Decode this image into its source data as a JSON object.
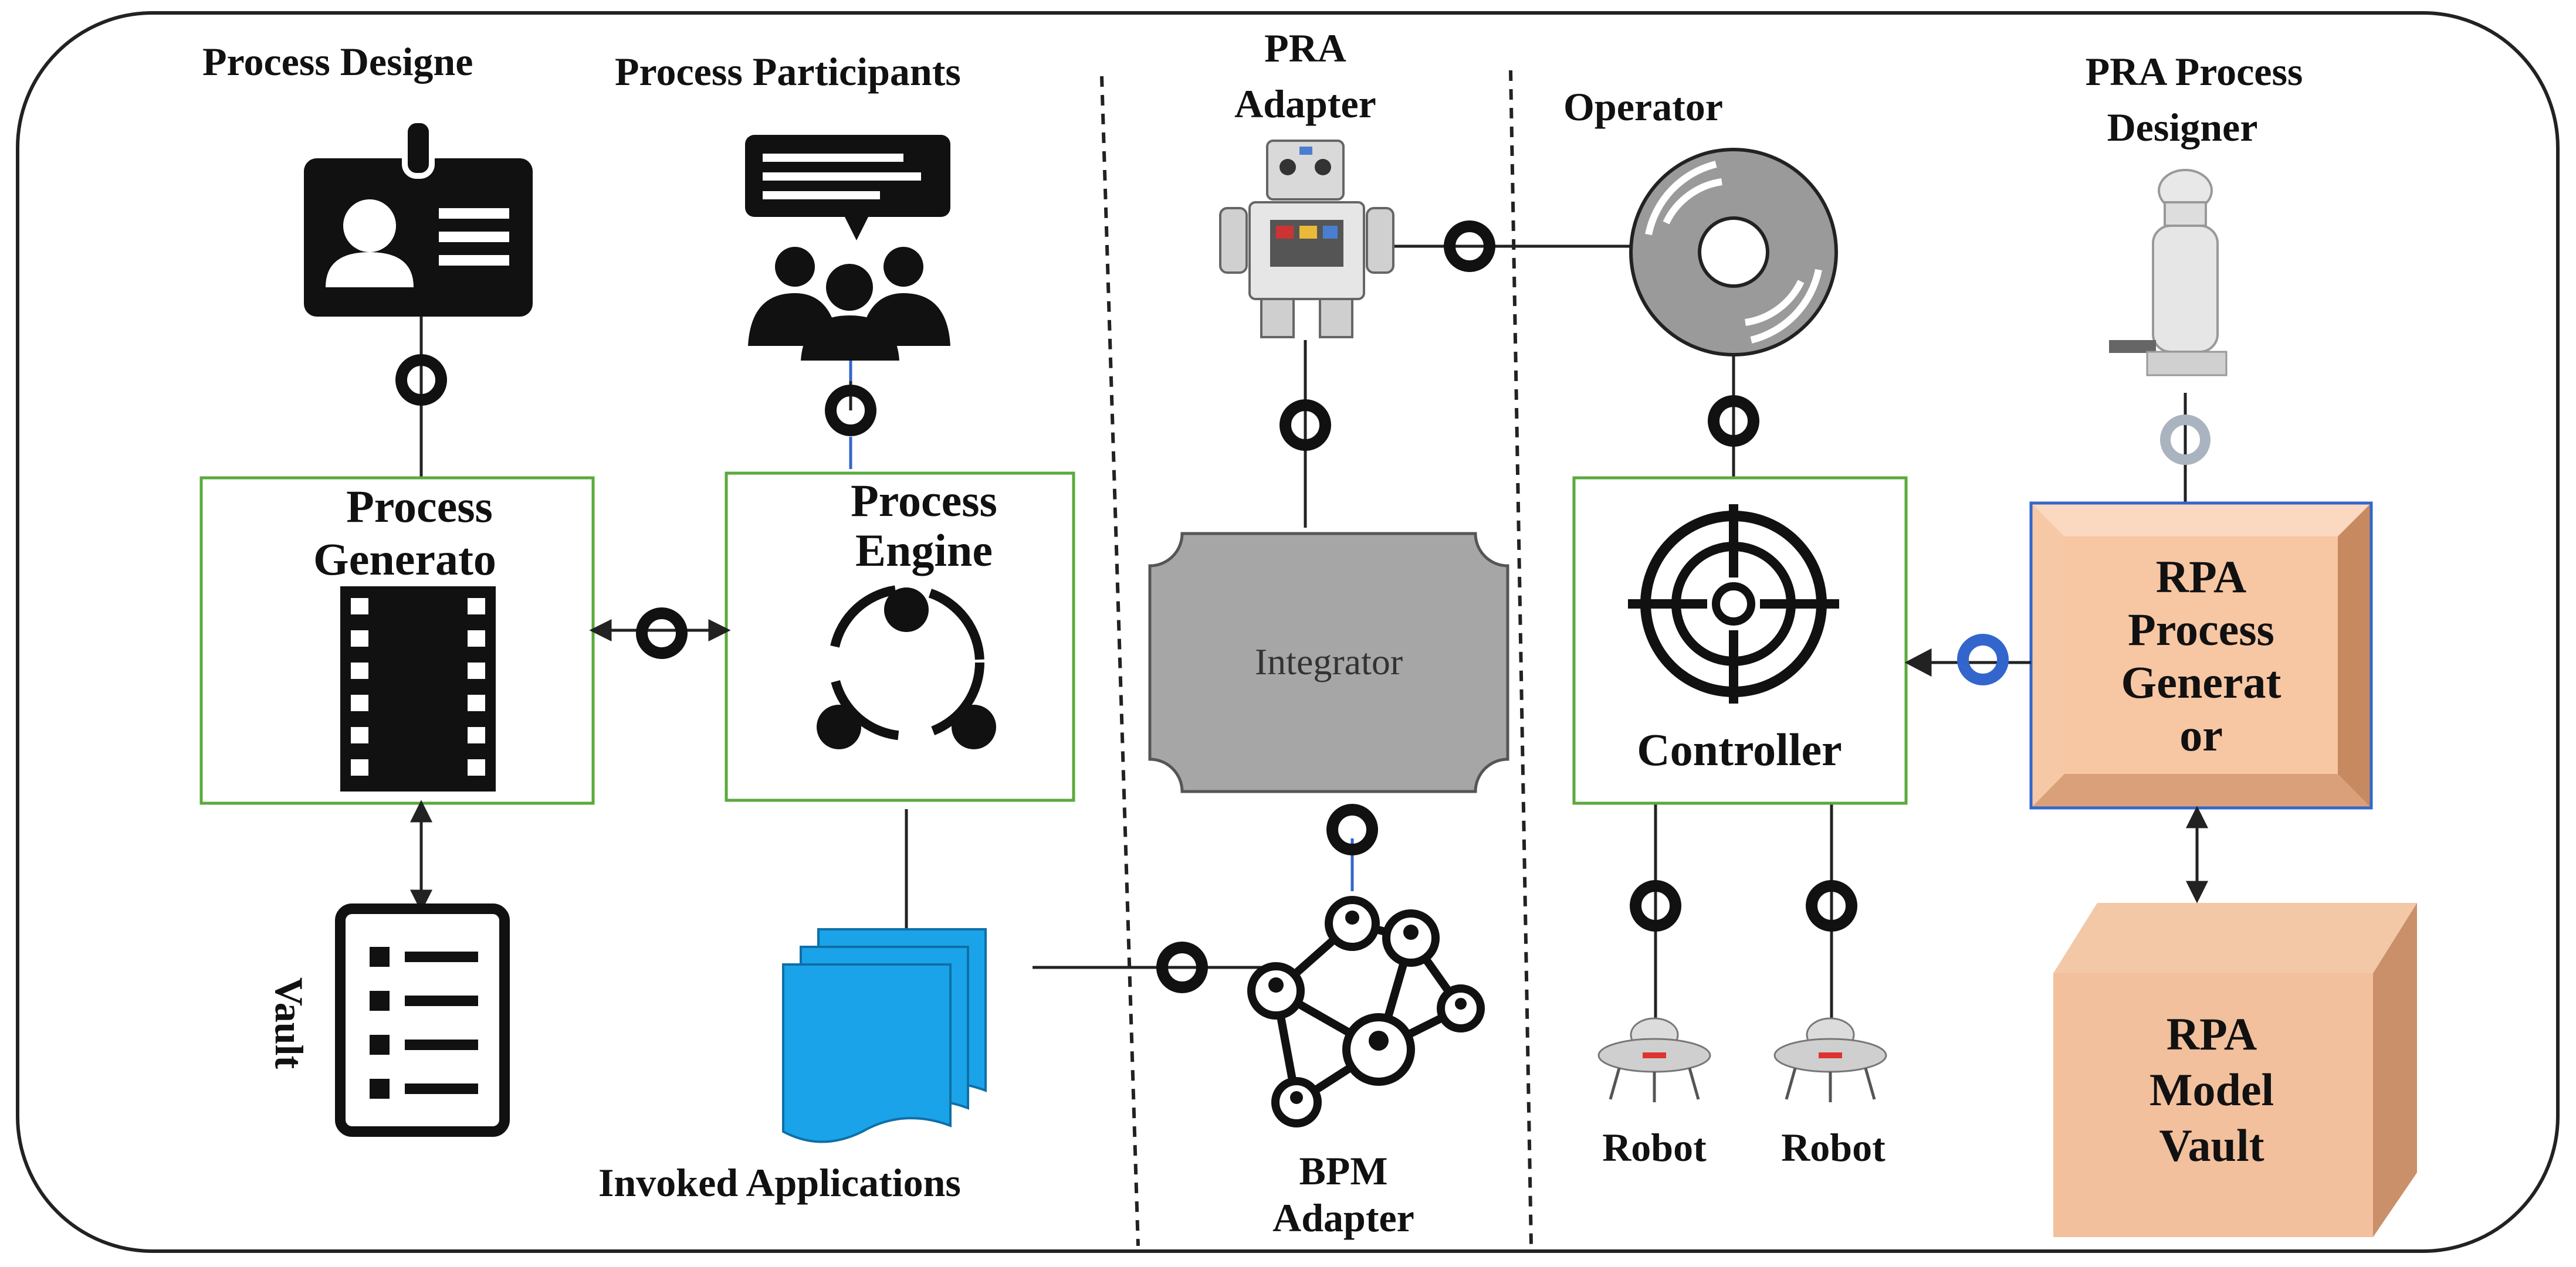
{
  "columns": {
    "col1": {
      "designer_label": "Process Designe",
      "participants_label": "Process Participants",
      "generator_title_1": "Process",
      "generator_title_2": "Generato",
      "engine_title_1": "Process",
      "engine_title_2": "Engine",
      "vault_label": "Vault",
      "applications_label": "Invoked Applications"
    },
    "col2": {
      "pra_adapter_1": "PRA",
      "pra_adapter_2": "Adapter",
      "integrator_label": "Integrator",
      "bpm_adapter_1": "BPM",
      "bpm_adapter_2": "Adapter"
    },
    "col3": {
      "operator_label": "Operator",
      "pra_designer_1": "PRA Process",
      "pra_designer_2": "Designer",
      "controller_label": "Controller",
      "robot_1_label": "Robot",
      "robot_2_label": "Robot",
      "rpa_generator_lines": [
        "RPA",
        "Process",
        "Generat",
        "or"
      ],
      "rpa_vault_lines": [
        "RPA",
        "Model",
        "Vault"
      ]
    }
  },
  "colors": {
    "frame": "#222222",
    "box_border_green": "#5aaa3c",
    "box_border_blue": "#3366cc",
    "integrator_fill": "#a6a6a6",
    "salmon_fill": "#f7c6a3",
    "salmon_dark": "#d8a07a",
    "docs_blue": "#1aa3e8",
    "connector_blue": "#3366cc"
  }
}
